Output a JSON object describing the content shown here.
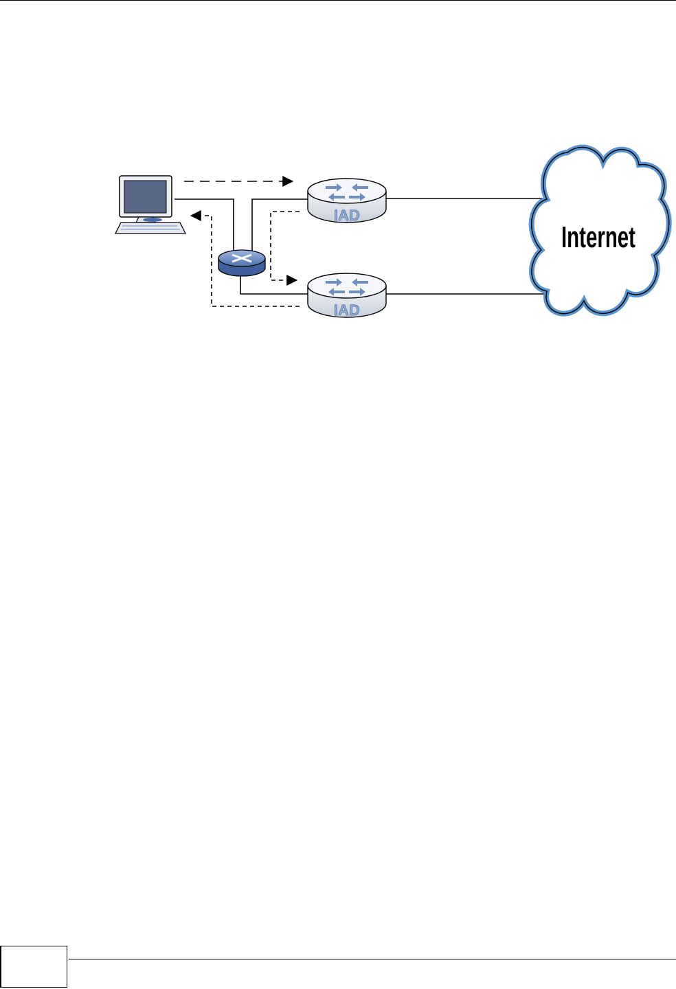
{
  "diagram": {
    "router_top_label": "IAD",
    "router_bottom_label": "IAD",
    "cloud_label": "Internet"
  },
  "icons": {
    "computer": "desktop-computer-icon",
    "switch": "switch-icon",
    "router": "router-icon",
    "cloud": "internet-cloud-icon"
  },
  "colors": {
    "device_blue": "#6f8fbf",
    "cloud_outline": "#5b95cf",
    "monitor_screen": "#5a6786",
    "line": "#000000"
  },
  "footer": {
    "page_number": ""
  }
}
